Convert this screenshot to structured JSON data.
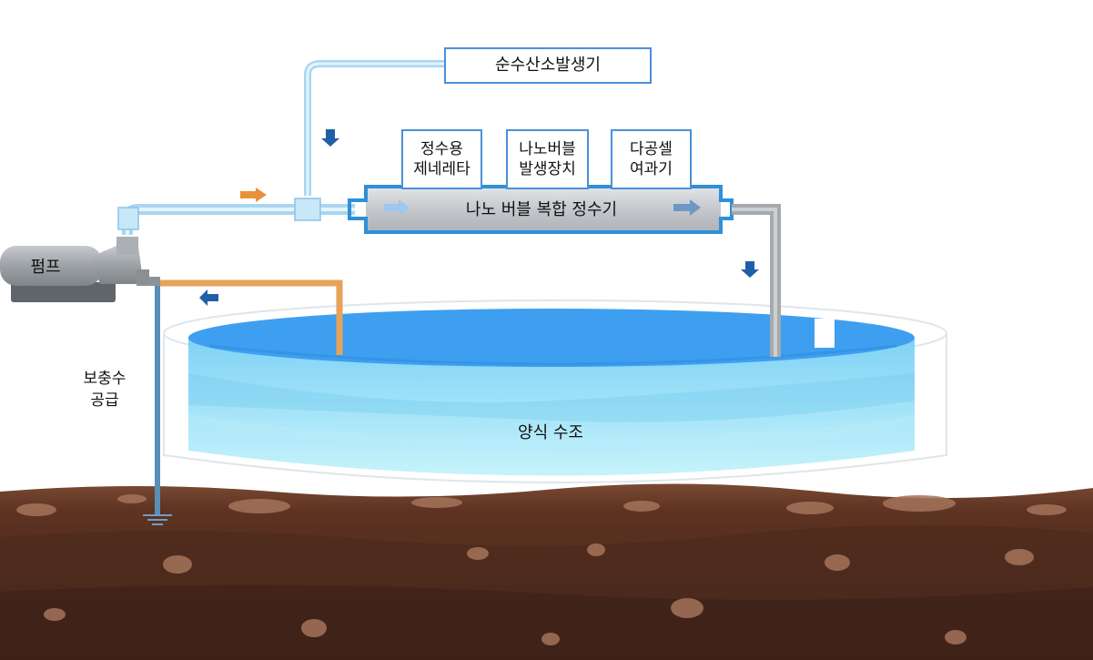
{
  "labels": {
    "oxygen_generator": "순수산소발생기",
    "regulator_line1": "정수용",
    "regulator_line2": "제네레타",
    "nanobubble_line1": "나노버블",
    "nanobubble_line2": "발생장치",
    "filter_line1": "다공셀",
    "filter_line2": "여과기",
    "purifier": "나노 버블 복합 정수기",
    "pump": "펌프",
    "makeup_line1": "보충수",
    "makeup_line2": "공급",
    "tank": "양식 수조"
  },
  "icons": {
    "down_arrow": "arrow-down-icon",
    "right_arrow": "arrow-right-icon",
    "left_arrow": "arrow-left-icon",
    "ground": "ground-symbol-icon"
  },
  "colors": {
    "pipe_supply": "#a9d6f0",
    "pipe_return": "#e8a25c",
    "pipe_outlet": "#a6a9ad",
    "purifier_body": "#c9ccd1",
    "purifier_frame": "#2f8fd8",
    "label_border": "#4a90d9",
    "water_top": "#3c9ef0",
    "water_body": "#9fe3f7",
    "soil_dark": "#4a2a1c",
    "soil_mid": "#6e3f2a",
    "pump_body": "#9ea3a8",
    "arrow_blue": "#1f5fa8",
    "arrow_orange": "#e8913a"
  }
}
